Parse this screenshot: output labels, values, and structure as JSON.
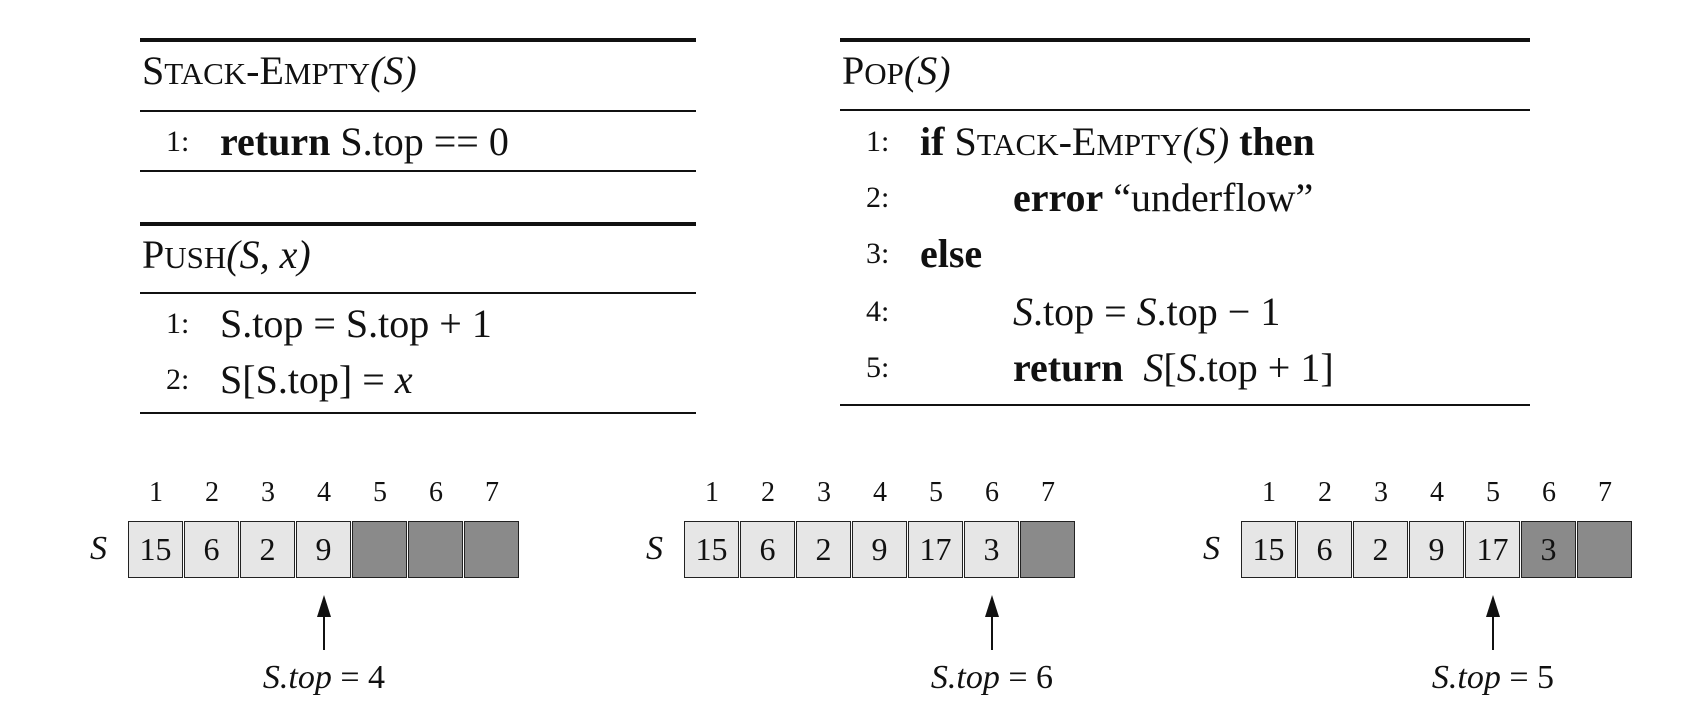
{
  "algorithms": {
    "stack_empty": {
      "name_first": "S",
      "name_rest": "TACK",
      "name_hyphen": "-",
      "name_first2": "E",
      "name_rest2": "MPTY",
      "args": "(S)",
      "lines": [
        {
          "num": "1:",
          "kw": "return",
          "text": " S.top == 0"
        }
      ]
    },
    "push": {
      "name_first": "P",
      "name_rest": "USH",
      "args": "(S, x)",
      "lines": [
        {
          "num": "1:",
          "text": "S.top = S.top + 1"
        },
        {
          "num": "2:",
          "text": "S[S.top] = ",
          "var": "x"
        }
      ]
    },
    "pop": {
      "name_first": "P",
      "name_rest": "OP",
      "args": "(S)",
      "lines": [
        {
          "num": "1:",
          "kw": "if",
          "call_first": "S",
          "call_rest": "TACK",
          "call_hyphen": "-",
          "call_first2": "E",
          "call_rest2": "MPTY",
          "call_args": "(S)",
          "kw2": "then"
        },
        {
          "num": "2:",
          "kw": "error",
          "text": "“underflow”"
        },
        {
          "num": "3:",
          "kw": "else"
        },
        {
          "num": "4:",
          "var": "S",
          "text": ".top = ",
          "var2": "S",
          "text2": ".top − 1"
        },
        {
          "num": "5:",
          "kw": "return",
          "var": "S",
          "text": "[",
          "var2": "S",
          "text2": ".top + 1]"
        }
      ]
    }
  },
  "arrays": [
    {
      "symbol": "S",
      "indices": [
        "1",
        "2",
        "3",
        "4",
        "5",
        "6",
        "7"
      ],
      "cells": [
        "15",
        "6",
        "2",
        "9",
        "",
        "",
        ""
      ],
      "states": [
        "light",
        "light",
        "light",
        "light",
        "dark",
        "dark",
        "dark"
      ],
      "top_label": "S.top = 4",
      "top_index": 4
    },
    {
      "symbol": "S",
      "indices": [
        "1",
        "2",
        "3",
        "4",
        "5",
        "6",
        "7"
      ],
      "cells": [
        "15",
        "6",
        "2",
        "9",
        "17",
        "3",
        ""
      ],
      "states": [
        "light",
        "light",
        "light",
        "light",
        "light",
        "light",
        "dark"
      ],
      "top_label": "S.top = 6",
      "top_index": 6
    },
    {
      "symbol": "S",
      "indices": [
        "1",
        "2",
        "3",
        "4",
        "5",
        "6",
        "7"
      ],
      "cells": [
        "15",
        "6",
        "2",
        "9",
        "17",
        "3",
        ""
      ],
      "states": [
        "light",
        "light",
        "light",
        "light",
        "light",
        "dark",
        "dark"
      ],
      "top_label": "S.top = 5",
      "top_index": 5
    }
  ],
  "colors": {
    "light": "#e6e6e6",
    "dark": "#8a8a8a",
    "text": "#111111"
  }
}
